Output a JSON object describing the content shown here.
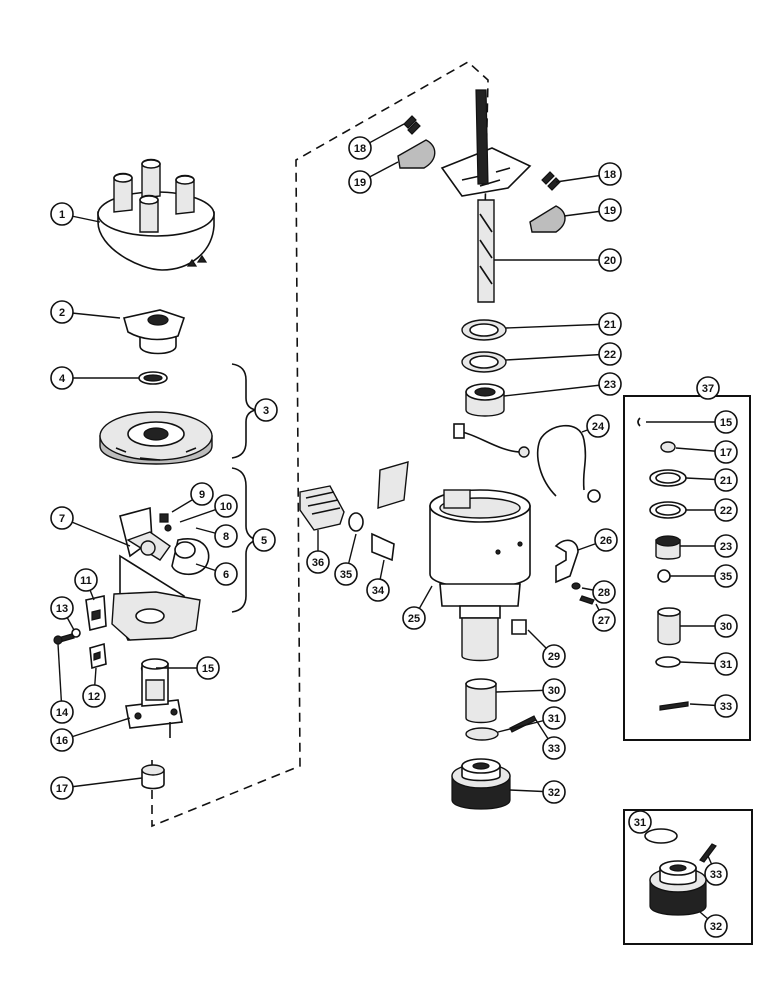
{
  "callouts": [
    {
      "id": "c1",
      "label": "1"
    },
    {
      "id": "c2",
      "label": "2"
    },
    {
      "id": "c3",
      "label": "3"
    },
    {
      "id": "c4",
      "label": "4"
    },
    {
      "id": "c5",
      "label": "5"
    },
    {
      "id": "c6",
      "label": "6"
    },
    {
      "id": "c7",
      "label": "7"
    },
    {
      "id": "c8",
      "label": "8"
    },
    {
      "id": "c9",
      "label": "9"
    },
    {
      "id": "c10",
      "label": "10"
    },
    {
      "id": "c11",
      "label": "11"
    },
    {
      "id": "c12",
      "label": "12"
    },
    {
      "id": "c13",
      "label": "13"
    },
    {
      "id": "c14",
      "label": "14"
    },
    {
      "id": "c15a",
      "label": "15"
    },
    {
      "id": "c16",
      "label": "16"
    },
    {
      "id": "c17a",
      "label": "17"
    },
    {
      "id": "c18a",
      "label": "18"
    },
    {
      "id": "c19a",
      "label": "19"
    },
    {
      "id": "c18b",
      "label": "18"
    },
    {
      "id": "c19b",
      "label": "19"
    },
    {
      "id": "c20",
      "label": "20"
    },
    {
      "id": "c21a",
      "label": "21"
    },
    {
      "id": "c22a",
      "label": "22"
    },
    {
      "id": "c23a",
      "label": "23"
    },
    {
      "id": "c24",
      "label": "24"
    },
    {
      "id": "c25",
      "label": "25"
    },
    {
      "id": "c26",
      "label": "26"
    },
    {
      "id": "c27",
      "label": "27"
    },
    {
      "id": "c28",
      "label": "28"
    },
    {
      "id": "c29",
      "label": "29"
    },
    {
      "id": "c30a",
      "label": "30"
    },
    {
      "id": "c31a",
      "label": "31"
    },
    {
      "id": "c32a",
      "label": "32"
    },
    {
      "id": "c33a",
      "label": "33"
    },
    {
      "id": "c34",
      "label": "34"
    },
    {
      "id": "c35a",
      "label": "35"
    },
    {
      "id": "c36",
      "label": "36"
    },
    {
      "id": "c37",
      "label": "37"
    },
    {
      "id": "k15",
      "label": "15"
    },
    {
      "id": "k17",
      "label": "17"
    },
    {
      "id": "k21",
      "label": "21"
    },
    {
      "id": "k22",
      "label": "22"
    },
    {
      "id": "k23",
      "label": "23"
    },
    {
      "id": "k35",
      "label": "35"
    },
    {
      "id": "k30",
      "label": "30"
    },
    {
      "id": "k31",
      "label": "31"
    },
    {
      "id": "k33",
      "label": "33"
    },
    {
      "id": "d31",
      "label": "31"
    },
    {
      "id": "d33",
      "label": "33"
    },
    {
      "id": "d32",
      "label": "32"
    }
  ]
}
